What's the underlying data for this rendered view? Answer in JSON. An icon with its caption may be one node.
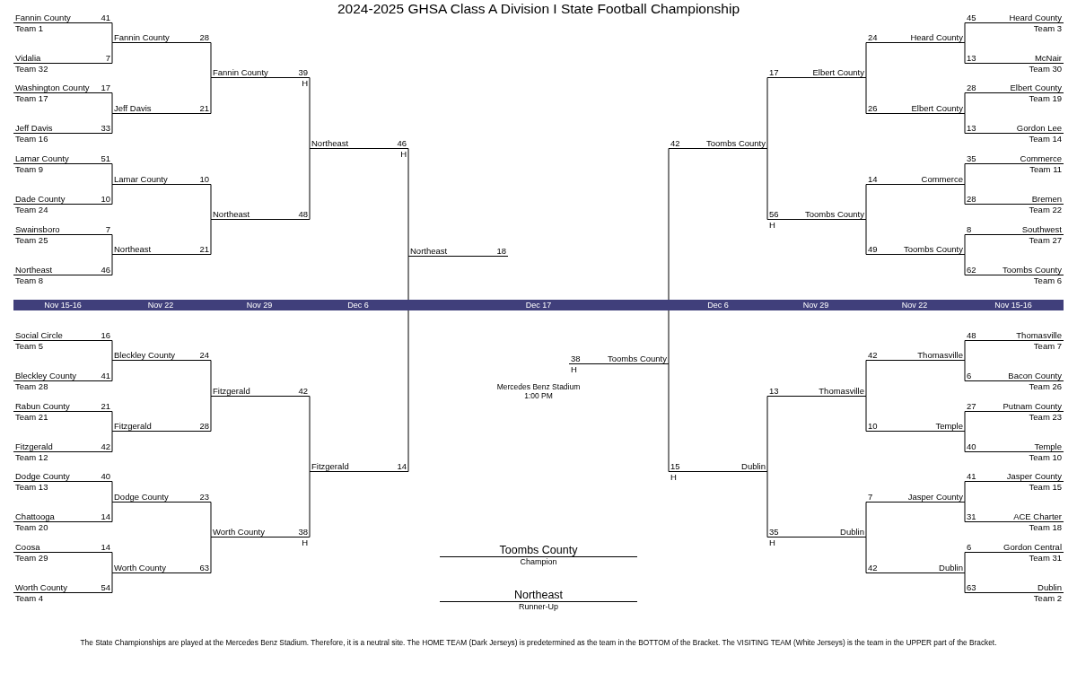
{
  "diagram": {
    "title": "2024-2025 GHSA Class A Division I State Football Championship",
    "caption": "The State Championships are played at the Mercedes Benz Stadium. Therefore, it is a neutral site. The HOME TEAM (Dark Jerseys) is predetermined as the team in the BOTTOM of the Bracket. The VISITING TEAM (White Jerseys) is the team in the UPPER part of the Bracket.",
    "nodes": [
      {
        "text": [
          "Fannin County",
          "41",
          "Team 1"
        ]
      },
      {
        "text": [
          "Vidalia",
          "7",
          "Team 32"
        ]
      },
      {
        "text": [
          "Washington County",
          "17",
          "Team 17"
        ]
      },
      {
        "text": [
          "Jeff Davis",
          "33",
          "Team 16"
        ]
      },
      {
        "text": [
          "Lamar County",
          "51",
          "Team 9"
        ]
      },
      {
        "text": [
          "Dade County",
          "10",
          "Team 24"
        ]
      },
      {
        "text": [
          "Swainsboro",
          "7",
          "Team 25"
        ]
      },
      {
        "text": [
          "Northeast",
          "46",
          "Team 8"
        ]
      },
      {
        "text": [
          "Social Circle",
          "16",
          "Team 5"
        ]
      },
      {
        "text": [
          "Bleckley County",
          "41",
          "Team 28"
        ]
      },
      {
        "text": [
          "Rabun County",
          "21",
          "Team 21"
        ]
      },
      {
        "text": [
          "Fitzgerald",
          "42",
          "Team 12"
        ]
      },
      {
        "text": [
          "Dodge County",
          "40",
          "Team 13"
        ]
      },
      {
        "text": [
          "Chattooga",
          "14",
          "Team 20"
        ]
      },
      {
        "text": [
          "Coosa",
          "14",
          "Team 29"
        ]
      },
      {
        "text": [
          "Worth County",
          "54",
          "Team 4"
        ]
      },
      {
        "text": [
          "Fannin County",
          "28"
        ]
      },
      {
        "text": [
          "Jeff Davis",
          "21"
        ]
      },
      {
        "text": [
          "Lamar County",
          "10"
        ]
      },
      {
        "text": [
          "Northeast",
          "21"
        ]
      },
      {
        "text": [
          "Bleckley County",
          "24"
        ]
      },
      {
        "text": [
          "Fitzgerald",
          "28"
        ]
      },
      {
        "text": [
          "Dodge County",
          "23"
        ]
      },
      {
        "text": [
          "Worth County",
          "63"
        ]
      },
      {
        "text": [
          "Fannin County",
          "39",
          "H"
        ]
      },
      {
        "text": [
          "Northeast",
          "48"
        ]
      },
      {
        "text": [
          "Fitzgerald",
          "42"
        ]
      },
      {
        "text": [
          "Worth County",
          "38",
          "H"
        ]
      },
      {
        "text": [
          "Northeast",
          "46",
          "H"
        ]
      },
      {
        "text": [
          "Fitzgerald",
          "14"
        ]
      },
      {
        "text": [
          "Northeast",
          "18"
        ]
      },
      {
        "text": [
          "38",
          "Toombs County",
          "H"
        ]
      },
      {
        "text": [
          "42",
          "Toombs County"
        ]
      },
      {
        "text": [
          "15",
          "Dublin",
          "H"
        ]
      },
      {
        "text": [
          "17",
          "Elbert County"
        ]
      },
      {
        "text": [
          "56",
          "Toombs County",
          "H"
        ]
      },
      {
        "text": [
          "13",
          "Thomasville"
        ]
      },
      {
        "text": [
          "35",
          "Dublin",
          "H"
        ]
      },
      {
        "text": [
          "24",
          "Heard County"
        ]
      },
      {
        "text": [
          "26",
          "Elbert County"
        ]
      },
      {
        "text": [
          "14",
          "Commerce"
        ]
      },
      {
        "text": [
          "49",
          "Toombs County"
        ]
      },
      {
        "text": [
          "42",
          "Thomasville"
        ]
      },
      {
        "text": [
          "10",
          "Temple"
        ]
      },
      {
        "text": [
          "7",
          "Jasper County"
        ]
      },
      {
        "text": [
          "42",
          "Dublin"
        ]
      },
      {
        "text": [
          "45",
          "Heard County",
          "Team 3"
        ]
      },
      {
        "text": [
          "13",
          "McNair",
          "Team 30"
        ]
      },
      {
        "text": [
          "28",
          "Elbert County",
          "Team 19"
        ]
      },
      {
        "text": [
          "13",
          "Gordon Lee",
          "Team 14"
        ]
      },
      {
        "text": [
          "35",
          "Commerce",
          "Team 11"
        ]
      },
      {
        "text": [
          "28",
          "Bremen",
          "Team 22"
        ]
      },
      {
        "text": [
          "8",
          "Southwest",
          "Team 27"
        ]
      },
      {
        "text": [
          "62",
          "Toombs County",
          "Team 6"
        ]
      },
      {
        "text": [
          "48",
          "Thomasville",
          "Team 7"
        ]
      },
      {
        "text": [
          "6",
          "Bacon County",
          "Team 26"
        ]
      },
      {
        "text": [
          "27",
          "Putnam County",
          "Team 23"
        ]
      },
      {
        "text": [
          "40",
          "Temple",
          "Team 10"
        ]
      },
      {
        "text": [
          "41",
          "Jasper County",
          "Team 15"
        ]
      },
      {
        "text": [
          "31",
          "ACE Charter",
          "Team 18"
        ]
      },
      {
        "text": [
          "6",
          "Gordon Central",
          "Team 31"
        ]
      },
      {
        "text": [
          "63",
          "Dublin",
          "Team 2"
        ]
      },
      {
        "text": [
          "Toombs County",
          "Champion"
        ]
      },
      {
        "text": [
          "Northeast",
          "Runner-Up"
        ]
      }
    ],
    "edges": [
      {
        "from": 0,
        "to": 16,
        "arrow": "none"
      },
      {
        "from": 1,
        "to": 16,
        "arrow": "none"
      },
      {
        "from": 2,
        "to": 17,
        "arrow": "none"
      },
      {
        "from": 3,
        "to": 17,
        "arrow": "none"
      },
      {
        "from": 4,
        "to": 18,
        "arrow": "none"
      },
      {
        "from": 5,
        "to": 18,
        "arrow": "none"
      },
      {
        "from": 6,
        "to": 19,
        "arrow": "none"
      },
      {
        "from": 7,
        "to": 19,
        "arrow": "none"
      },
      {
        "from": 8,
        "to": 20,
        "arrow": "none"
      },
      {
        "from": 9,
        "to": 20,
        "arrow": "none"
      },
      {
        "from": 10,
        "to": 21,
        "arrow": "none"
      },
      {
        "from": 11,
        "to": 21,
        "arrow": "none"
      },
      {
        "from": 12,
        "to": 22,
        "arrow": "none"
      },
      {
        "from": 13,
        "to": 22,
        "arrow": "none"
      },
      {
        "from": 14,
        "to": 23,
        "arrow": "none"
      },
      {
        "from": 15,
        "to": 23,
        "arrow": "none"
      },
      {
        "from": 16,
        "to": 24,
        "arrow": "none"
      },
      {
        "from": 17,
        "to": 24,
        "arrow": "none"
      },
      {
        "from": 18,
        "to": 25,
        "arrow": "none"
      },
      {
        "from": 19,
        "to": 25,
        "arrow": "none"
      },
      {
        "from": 20,
        "to": 26,
        "arrow": "none"
      },
      {
        "from": 21,
        "to": 26,
        "arrow": "none"
      },
      {
        "from": 22,
        "to": 27,
        "arrow": "none"
      },
      {
        "from": 23,
        "to": 27,
        "arrow": "none"
      },
      {
        "from": 24,
        "to": 28,
        "arrow": "none"
      },
      {
        "from": 25,
        "to": 28,
        "arrow": "none"
      },
      {
        "from": 26,
        "to": 29,
        "arrow": "none"
      },
      {
        "from": 27,
        "to": 29,
        "arrow": "none"
      },
      {
        "from": 28,
        "to": 30,
        "arrow": "none"
      },
      {
        "from": 29,
        "to": 30,
        "arrow": "none"
      },
      {
        "from": 46,
        "to": 38,
        "arrow": "none"
      },
      {
        "from": 47,
        "to": 38,
        "arrow": "none"
      },
      {
        "from": 48,
        "to": 39,
        "arrow": "none"
      },
      {
        "from": 49,
        "to": 39,
        "arrow": "none"
      },
      {
        "from": 50,
        "to": 40,
        "arrow": "none"
      },
      {
        "from": 51,
        "to": 40,
        "arrow": "none"
      },
      {
        "from": 52,
        "to": 41,
        "arrow": "none"
      },
      {
        "from": 53,
        "to": 41,
        "arrow": "none"
      },
      {
        "from": 54,
        "to": 42,
        "arrow": "none"
      },
      {
        "from": 55,
        "to": 42,
        "arrow": "none"
      },
      {
        "from": 56,
        "to": 43,
        "arrow": "none"
      },
      {
        "from": 57,
        "to": 43,
        "arrow": "none"
      },
      {
        "from": 58,
        "to": 44,
        "arrow": "none"
      },
      {
        "from": 59,
        "to": 44,
        "arrow": "none"
      },
      {
        "from": 60,
        "to": 45,
        "arrow": "none"
      },
      {
        "from": 61,
        "to": 45,
        "arrow": "none"
      },
      {
        "from": 38,
        "to": 34,
        "arrow": "none"
      },
      {
        "from": 39,
        "to": 34,
        "arrow": "none"
      },
      {
        "from": 40,
        "to": 35,
        "arrow": "none"
      },
      {
        "from": 41,
        "to": 35,
        "arrow": "none"
      },
      {
        "from": 42,
        "to": 36,
        "arrow": "none"
      },
      {
        "from": 43,
        "to": 36,
        "arrow": "none"
      },
      {
        "from": 44,
        "to": 37,
        "arrow": "none"
      },
      {
        "from": 45,
        "to": 37,
        "arrow": "none"
      },
      {
        "from": 34,
        "to": 32,
        "arrow": "none"
      },
      {
        "from": 35,
        "to": 32,
        "arrow": "none"
      },
      {
        "from": 36,
        "to": 33,
        "arrow": "none"
      },
      {
        "from": 37,
        "to": 33,
        "arrow": "none"
      },
      {
        "from": 32,
        "to": 31,
        "arrow": "none"
      },
      {
        "from": 33,
        "to": 31,
        "arrow": "none"
      }
    ],
    "labels": [
      "Nov 15-16",
      "Nov 22",
      "Nov 29",
      "Dec 6",
      "Dec 17",
      "Dec 6",
      "Nov 29",
      "Nov 22",
      "Nov 15-16",
      "Mercedes Benz Stadium",
      "1:00 PM"
    ]
  }
}
